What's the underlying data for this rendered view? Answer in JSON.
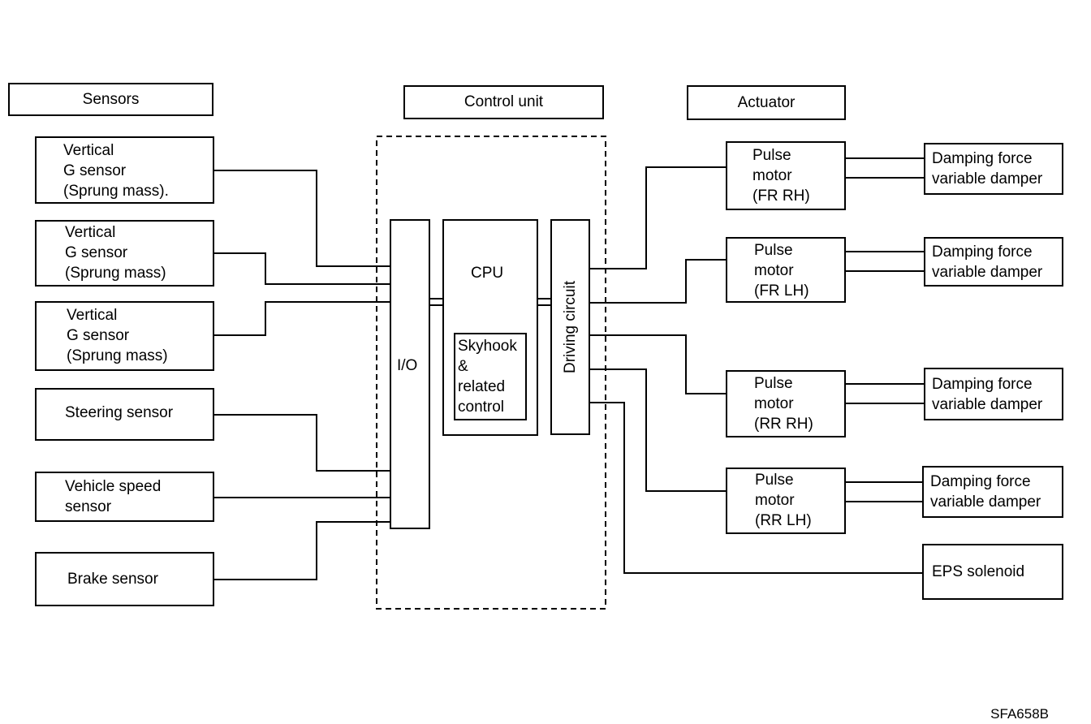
{
  "headers": {
    "sensors": "Sensors",
    "control_unit": "Control unit",
    "actuator": "Actuator"
  },
  "sensors": [
    {
      "label": "Vertical\nG sensor\n(Sprung mass)."
    },
    {
      "label": "Vertical\nG sensor\n(Sprung mass)"
    },
    {
      "label": "Vertical\nG sensor\n(Sprung mass)"
    },
    {
      "label": "Steering sensor"
    },
    {
      "label": "Vehicle speed\nsensor"
    },
    {
      "label": "Brake sensor"
    }
  ],
  "control_unit": {
    "io": "I/O",
    "cpu": "CPU",
    "skyhook": "Skyhook\n&\nrelated\ncontrol",
    "driving_circuit": "Driving circuit"
  },
  "pulse_motors": [
    {
      "label": "Pulse\nmotor\n(FR RH)"
    },
    {
      "label": "Pulse\nmotor\n(FR LH)"
    },
    {
      "label": "Pulse\nmotor\n(RR RH)"
    },
    {
      "label": "Pulse\nmotor\n(RR LH)"
    }
  ],
  "dampers": [
    {
      "label": "Damping force\nvariable damper"
    },
    {
      "label": "Damping force\nvariable damper"
    },
    {
      "label": "Damping force\nvariable damper"
    },
    {
      "label": "Damping force\nvariable damper"
    }
  ],
  "eps": {
    "label": "EPS solenoid"
  },
  "figure_code": "SFA658B"
}
